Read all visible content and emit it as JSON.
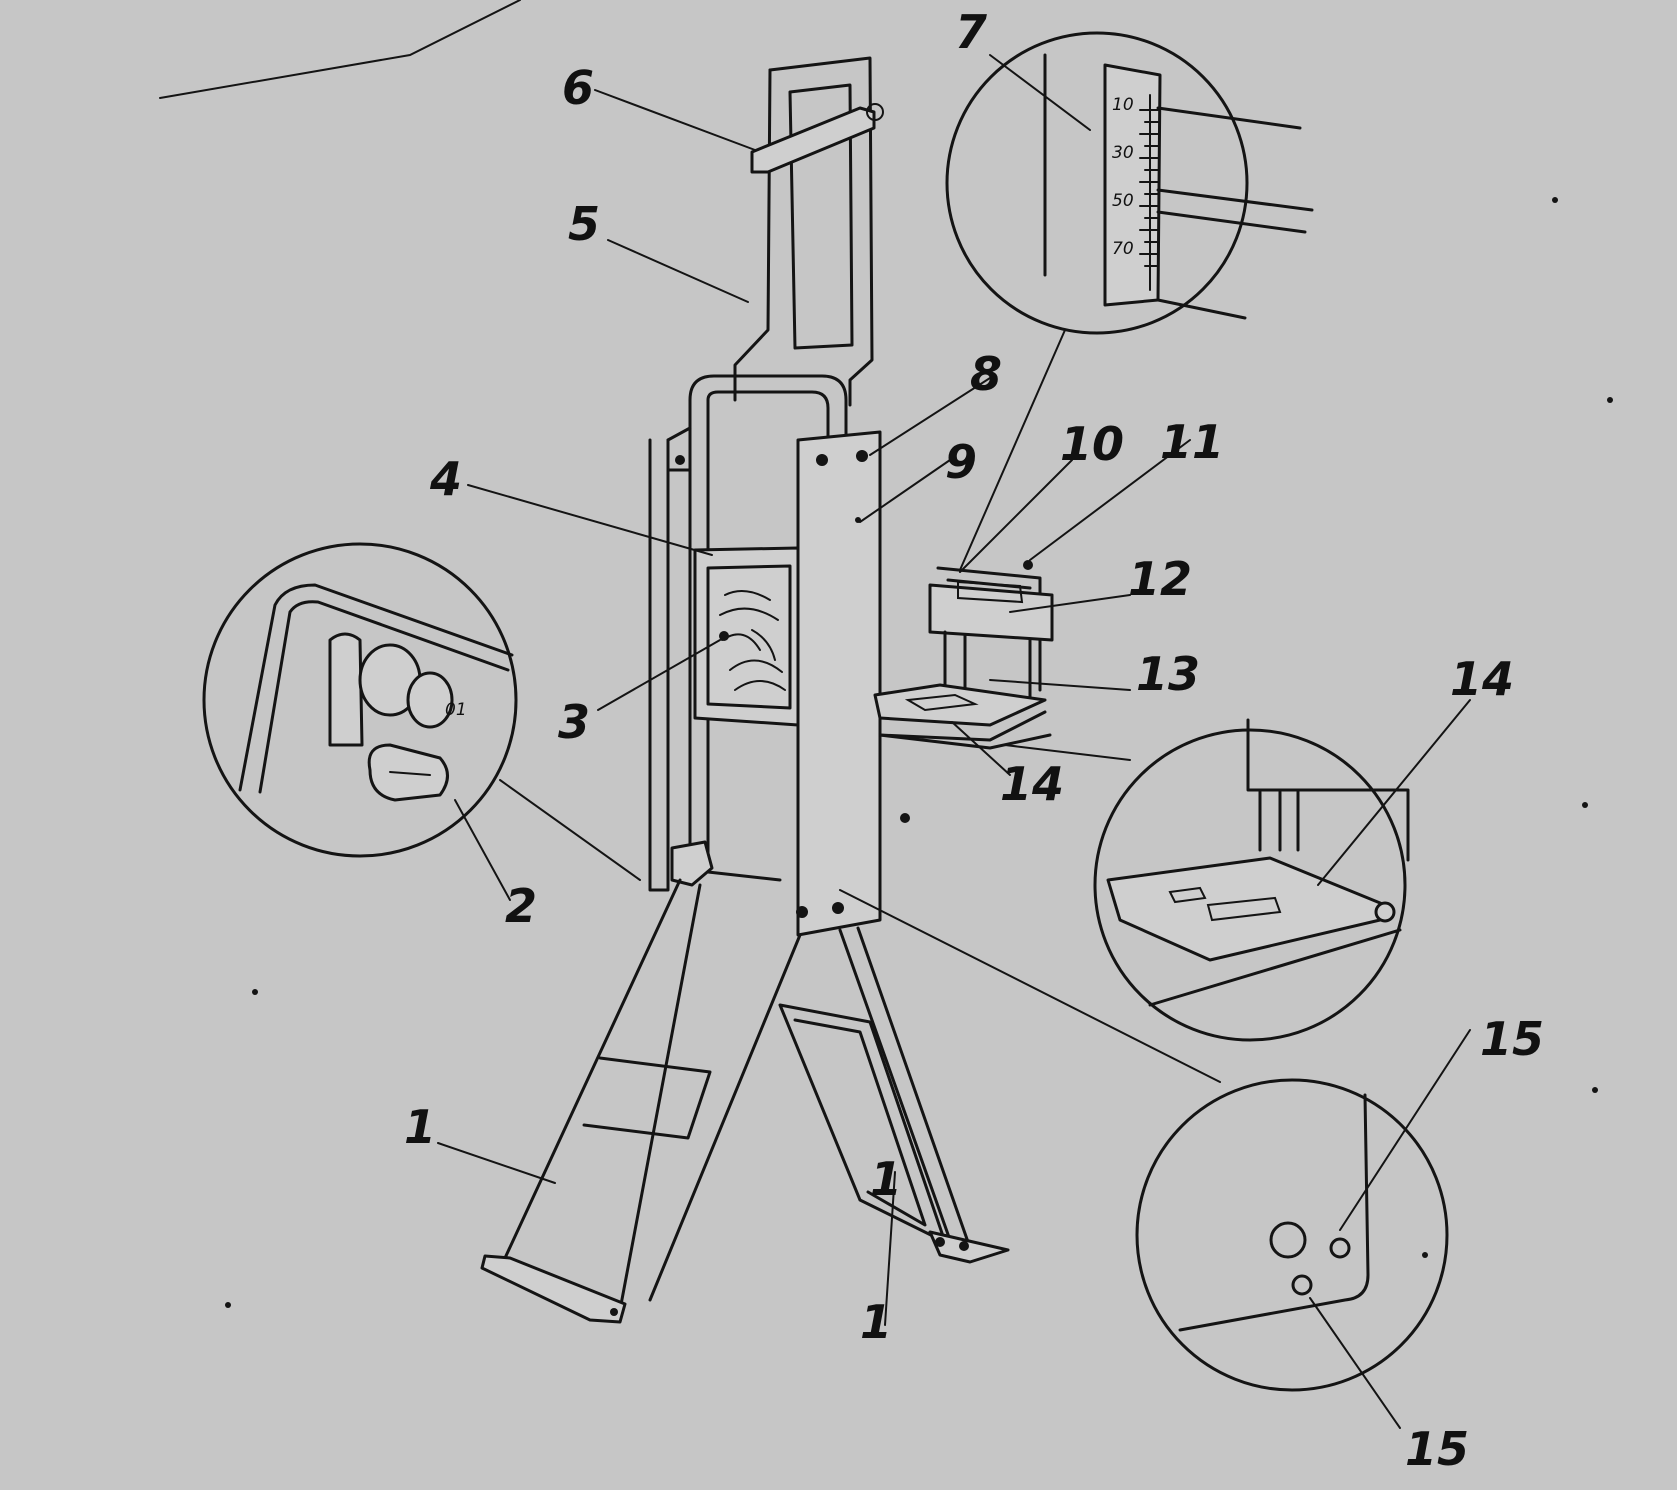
{
  "labels": [
    {
      "id": "part-1-a",
      "text": "1"
    },
    {
      "id": "part-1-b",
      "text": "1"
    },
    {
      "id": "part-1-c",
      "text": "1"
    },
    {
      "id": "part-2",
      "text": "2"
    },
    {
      "id": "part-3",
      "text": "3"
    },
    {
      "id": "part-4",
      "text": "4"
    },
    {
      "id": "part-5",
      "text": "5"
    },
    {
      "id": "part-6",
      "text": "6"
    },
    {
      "id": "part-7",
      "text": "7"
    },
    {
      "id": "part-8",
      "text": "8"
    },
    {
      "id": "part-9",
      "text": "9"
    },
    {
      "id": "part-10",
      "text": "10"
    },
    {
      "id": "part-11",
      "text": "11"
    },
    {
      "id": "part-12",
      "text": "12"
    },
    {
      "id": "part-13",
      "text": "13"
    },
    {
      "id": "part-14-a",
      "text": "14"
    },
    {
      "id": "part-14-b",
      "text": "14"
    },
    {
      "id": "part-15-a",
      "text": "15"
    },
    {
      "id": "part-15-b",
      "text": "15"
    }
  ],
  "scale_ticks": [
    "10",
    "30",
    "50",
    "70"
  ],
  "pin_marking": "01",
  "colors": {
    "background": "#c6c6c6",
    "ink": "#141414"
  }
}
